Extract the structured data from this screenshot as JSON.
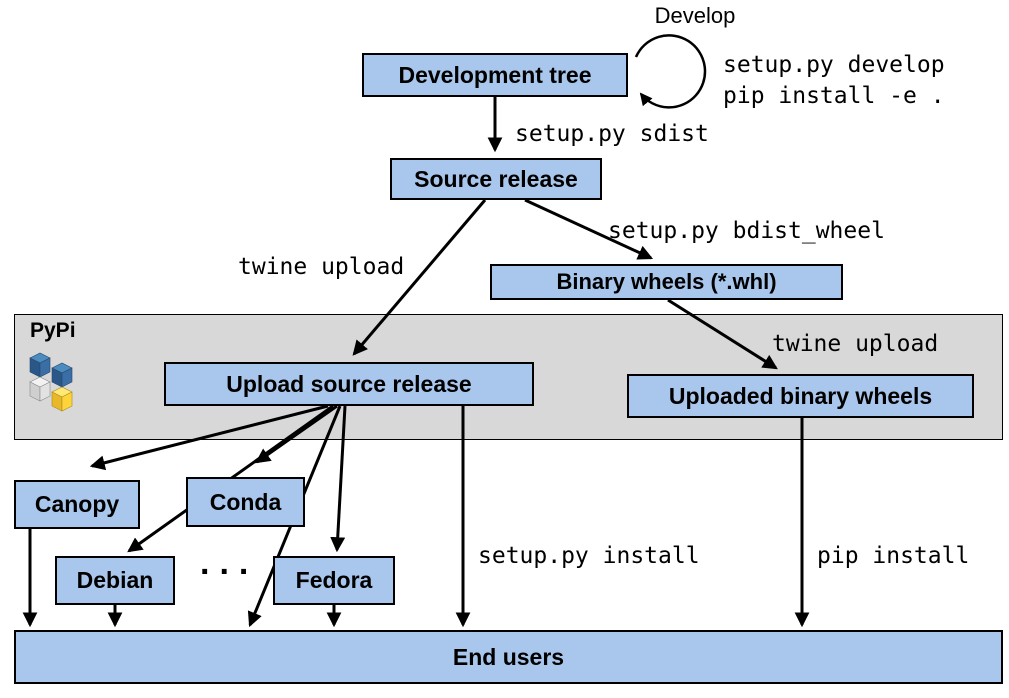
{
  "diagram": {
    "nodes": {
      "development_tree": "Development tree",
      "source_release": "Source release",
      "binary_wheels": "Binary wheels (*.whl)",
      "upload_source_release": "Upload source release",
      "uploaded_binary_wheels": "Uploaded binary wheels",
      "canopy": "Canopy",
      "conda": "Conda",
      "debian": "Debian",
      "fedora": "Fedora",
      "end_users": "End users",
      "ellipsis": "..."
    },
    "labels": {
      "develop": "Develop",
      "develop_cmd_line1": "setup.py develop",
      "develop_cmd_line2": "pip install -e .",
      "sdist": "setup.py sdist",
      "bdist_wheel": "setup.py bdist_wheel",
      "twine_upload_left": "twine upload",
      "twine_upload_right": "twine upload",
      "setup_py_install": "setup.py install",
      "pip_install": "pip install",
      "pypi": "PyPi"
    },
    "colors": {
      "node_fill": "#A9C6EC",
      "node_border": "#000000",
      "band_fill": "#D8D8D8",
      "arrow": "#000000",
      "pypi_blue": "#3A6EA5",
      "pypi_blue_dark": "#2B5788",
      "pypi_yellow": "#FFD43B",
      "pypi_yellow_dark": "#E8B82A"
    }
  }
}
